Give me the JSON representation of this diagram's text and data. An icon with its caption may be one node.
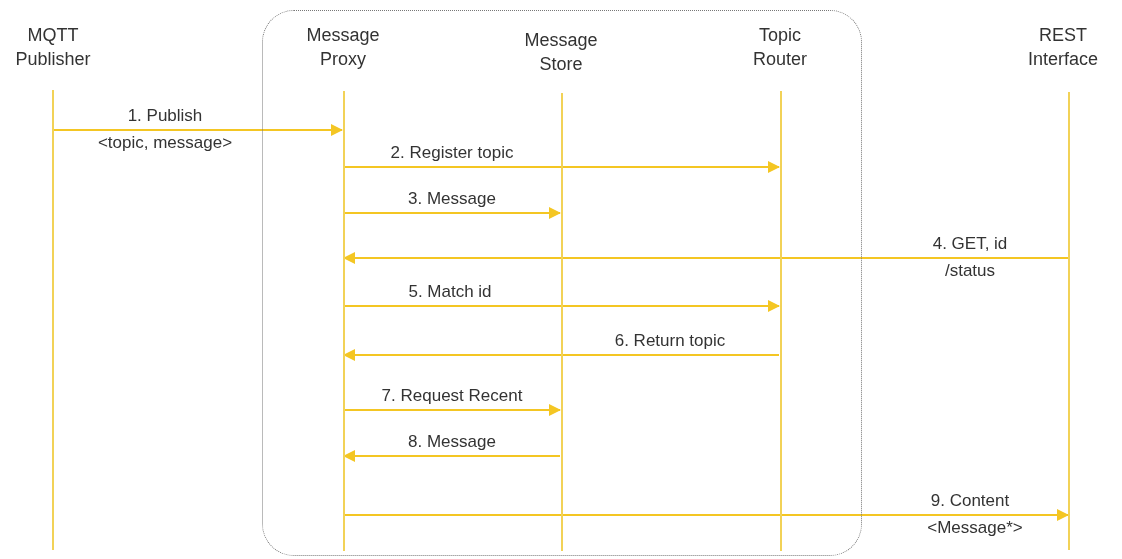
{
  "diagram": {
    "nodes": [
      {
        "text": [],
        "shape": "box"
      },
      {
        "text": [],
        "shape": "bar",
        "beside": [
          "MQTT Publisher"
        ]
      },
      {
        "text": [],
        "shape": "bar",
        "beside": [
          "Message Proxy"
        ],
        "in": 0
      },
      {
        "text": [],
        "shape": "bar",
        "beside": [
          "Message Store"
        ],
        "in": 0
      },
      {
        "text": [],
        "shape": "bar",
        "beside": [
          "Topic Router"
        ],
        "in": 0
      },
      {
        "text": [],
        "shape": "bar",
        "beside": [
          "REST Interface"
        ]
      }
    ],
    "edges": [
      {
        "from": 1,
        "to": 2,
        "arrow": "to",
        "label": "1. Publish"
      },
      {
        "from": 2,
        "to": 4,
        "arrow": "to",
        "label": "2. Register topic"
      },
      {
        "from": 2,
        "to": 3,
        "arrow": "to",
        "label": "3. Message"
      },
      {
        "from": 5,
        "to": 2,
        "arrow": "to",
        "label": "4. GET, id"
      },
      {
        "from": 2,
        "to": 4,
        "arrow": "to",
        "label": "5. Match id"
      },
      {
        "from": 4,
        "to": 2,
        "arrow": "to",
        "label": "6. Return topic"
      },
      {
        "from": 2,
        "to": 3,
        "arrow": "to",
        "label": "7. Request Recent"
      },
      {
        "from": 3,
        "to": 2,
        "arrow": "to",
        "label": "8. Message"
      },
      {
        "from": 2,
        "to": 5,
        "arrow": "to",
        "label": "9. Content"
      }
    ],
    "labels": [
      "<topic, message>",
      "/status",
      "<Message*>"
    ]
  }
}
